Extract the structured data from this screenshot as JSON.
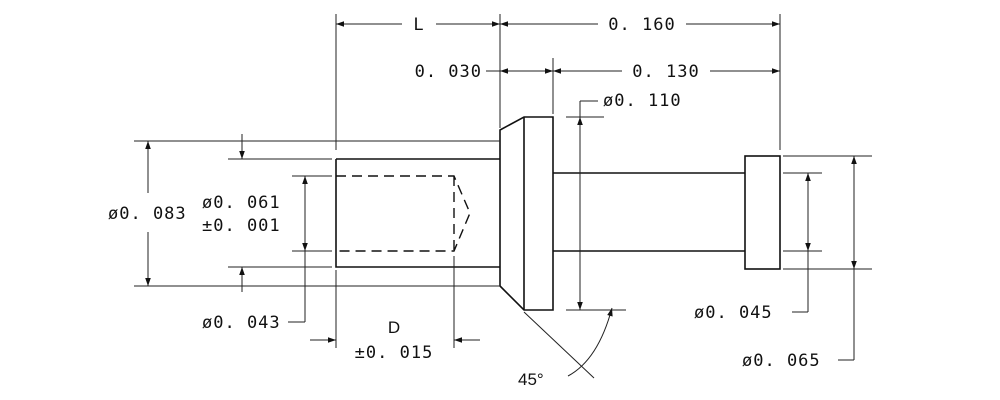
{
  "drawing": {
    "dimensions": {
      "length_l": "L",
      "overall_length": "0. 160",
      "head_length": "0. 030",
      "shank_length": "0. 130",
      "head_diameter": "ø0. 110",
      "outer_diameter": "ø0. 083",
      "bore_diameter": "ø0. 061",
      "bore_tolerance": "±0. 001",
      "inner_diameter": "ø0. 043",
      "depth_label": "D",
      "depth_tolerance": "±0. 015",
      "chamfer_angle": "45°",
      "pin_diameter": "ø0. 045",
      "collar_diameter": "ø0. 065"
    }
  }
}
